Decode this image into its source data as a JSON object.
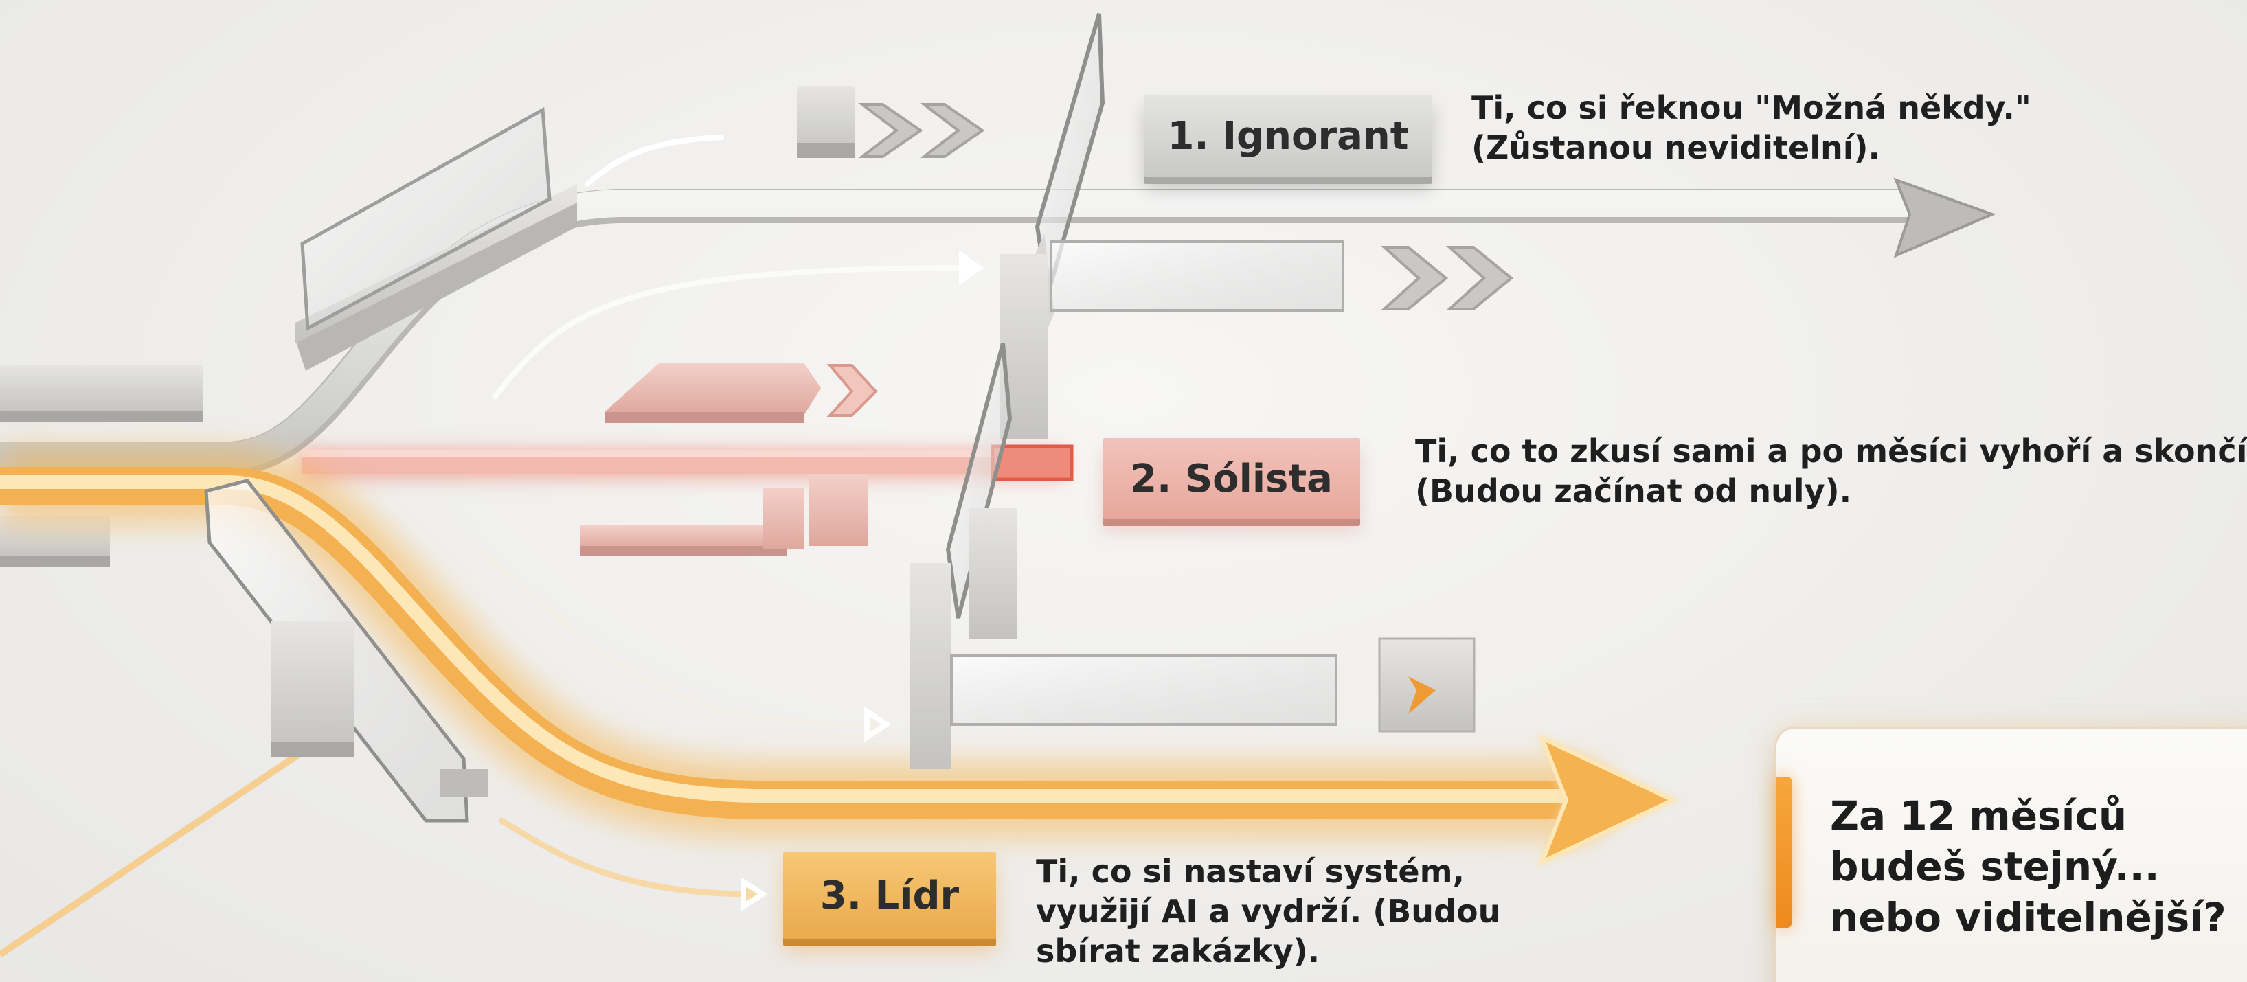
{
  "paths": [
    {
      "label": "1. Ignorant",
      "description_lines": [
        "Ti, co si řeknou \"Možná někdy.\"",
        "(Zůstanou neviditelní)."
      ],
      "color": "#c9c9c7"
    },
    {
      "label": "2. Sólista",
      "description_lines": [
        "Ti, co to zkusí sami a po měsíci vyhoří a skončí.",
        "(Budou začínat od nuly)."
      ],
      "color": "#e7a79c"
    },
    {
      "label": "3. Lídr",
      "description_lines": [
        "Ti, co si nastaví systém,",
        "využijí AI a vydrží. (Budou",
        "sbírat zakázky)."
      ],
      "color": "#f3b152"
    }
  ],
  "question": {
    "lines": [
      "Za 12 měsíců",
      "budeš stejný...",
      "nebo viditelnější?"
    ],
    "accent_color": "#f29a2e"
  },
  "icons": [
    "chevron-arrow-icon",
    "glass-barrier-icon",
    "arrow-head-icon"
  ]
}
